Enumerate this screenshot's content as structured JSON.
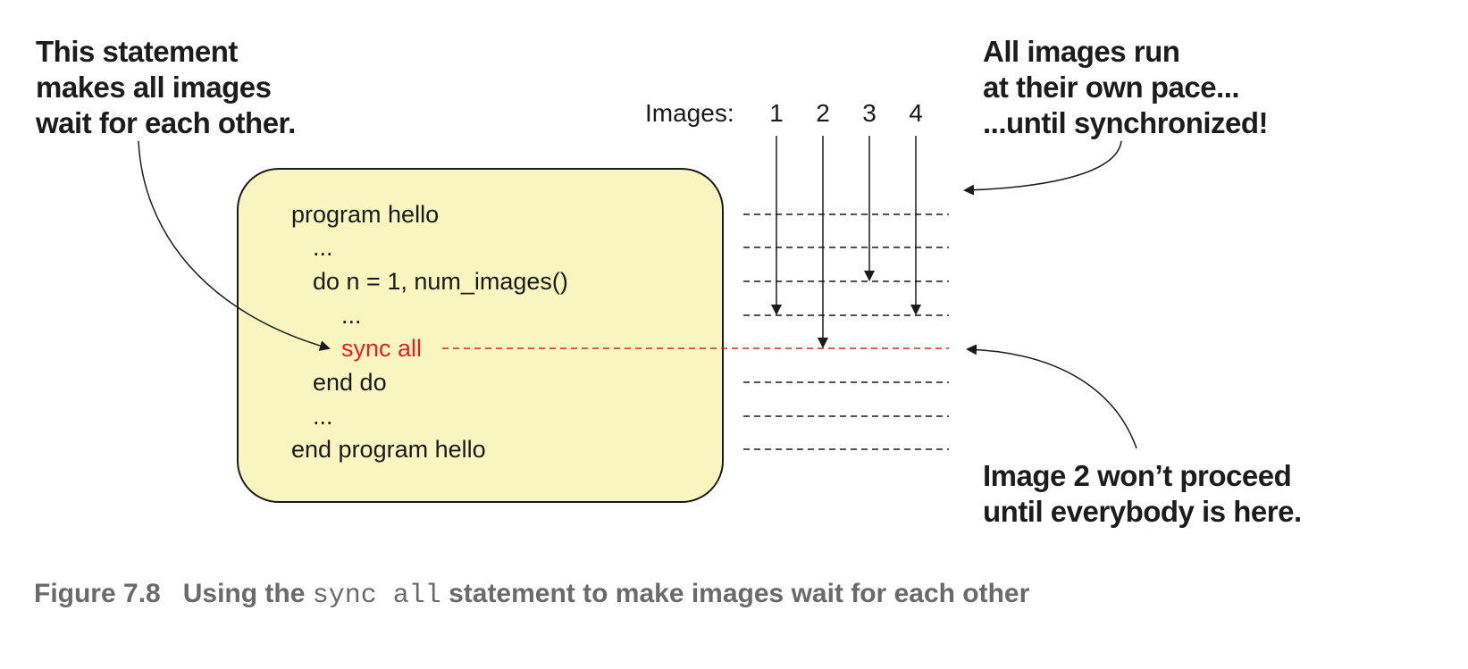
{
  "callouts": {
    "top_left": "This statement\nmakes all images\nwait for each other.",
    "top_right": "All images run\nat their own pace...\n...until synchronized!",
    "bottom_right": "Image 2 won’t proceed\nuntil everybody is here."
  },
  "images_label": "Images:",
  "image_numbers": [
    "1",
    "2",
    "3",
    "4"
  ],
  "code_lines": [
    {
      "text": "program hello",
      "indent": 0,
      "highlight": false
    },
    {
      "text": "...",
      "indent": 1,
      "highlight": false
    },
    {
      "text": "do n = 1, num_images()",
      "indent": 1,
      "highlight": false
    },
    {
      "text": "...",
      "indent": 2,
      "highlight": false
    },
    {
      "text": "sync all",
      "indent": 2,
      "highlight": true
    },
    {
      "text": "end do",
      "indent": 1,
      "highlight": false
    },
    {
      "text": "...",
      "indent": 1,
      "highlight": false
    },
    {
      "text": "end program hello",
      "indent": 0,
      "highlight": false
    }
  ],
  "image_progress_line": [
    4,
    5,
    3,
    4
  ],
  "colors": {
    "box_fill": "#f8f5c1",
    "highlight": "#e0202a",
    "text": "#1a1a1a"
  },
  "caption": {
    "prefix": "Figure 7.8   Using the ",
    "code": "sync all",
    "suffix": " statement to make images wait for each other"
  }
}
